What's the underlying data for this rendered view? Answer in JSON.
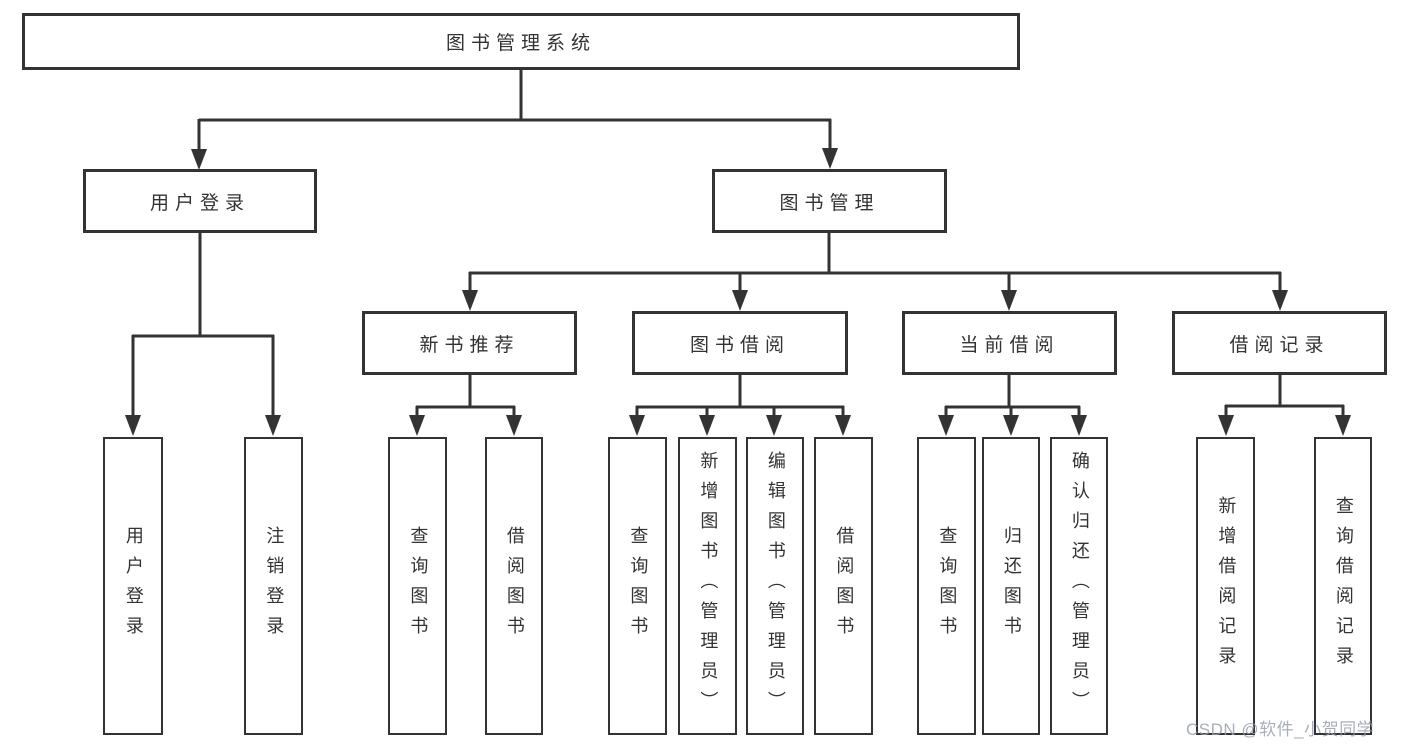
{
  "tree": {
    "label": "图书管理系统",
    "children": [
      {
        "label": "用户登录",
        "children": [
          {
            "label": "用户登录"
          },
          {
            "label": "注销登录"
          }
        ]
      },
      {
        "label": "图书管理",
        "children": [
          {
            "label": "新书推荐",
            "children": [
              {
                "label": "查询图书"
              },
              {
                "label": "借阅图书"
              }
            ]
          },
          {
            "label": "图书借阅",
            "children": [
              {
                "label": "查询图书"
              },
              {
                "label": "新增图书（管理员）"
              },
              {
                "label": "编辑图书（管理员）"
              },
              {
                "label": "借阅图书"
              }
            ]
          },
          {
            "label": "当前借阅",
            "children": [
              {
                "label": "查询图书"
              },
              {
                "label": "归还图书"
              },
              {
                "label": "确认归还（管理员）"
              }
            ]
          },
          {
            "label": "借阅记录",
            "children": [
              {
                "label": "新增借阅记录"
              },
              {
                "label": "查询借阅记录"
              }
            ]
          }
        ]
      }
    ]
  },
  "watermark": "CSDN @软件_小贺同学",
  "colors": {
    "line": "#333333",
    "text": "#333333",
    "box_fill": "#ffffff",
    "background": "#ffffff",
    "watermark": "#9aa0ae"
  }
}
